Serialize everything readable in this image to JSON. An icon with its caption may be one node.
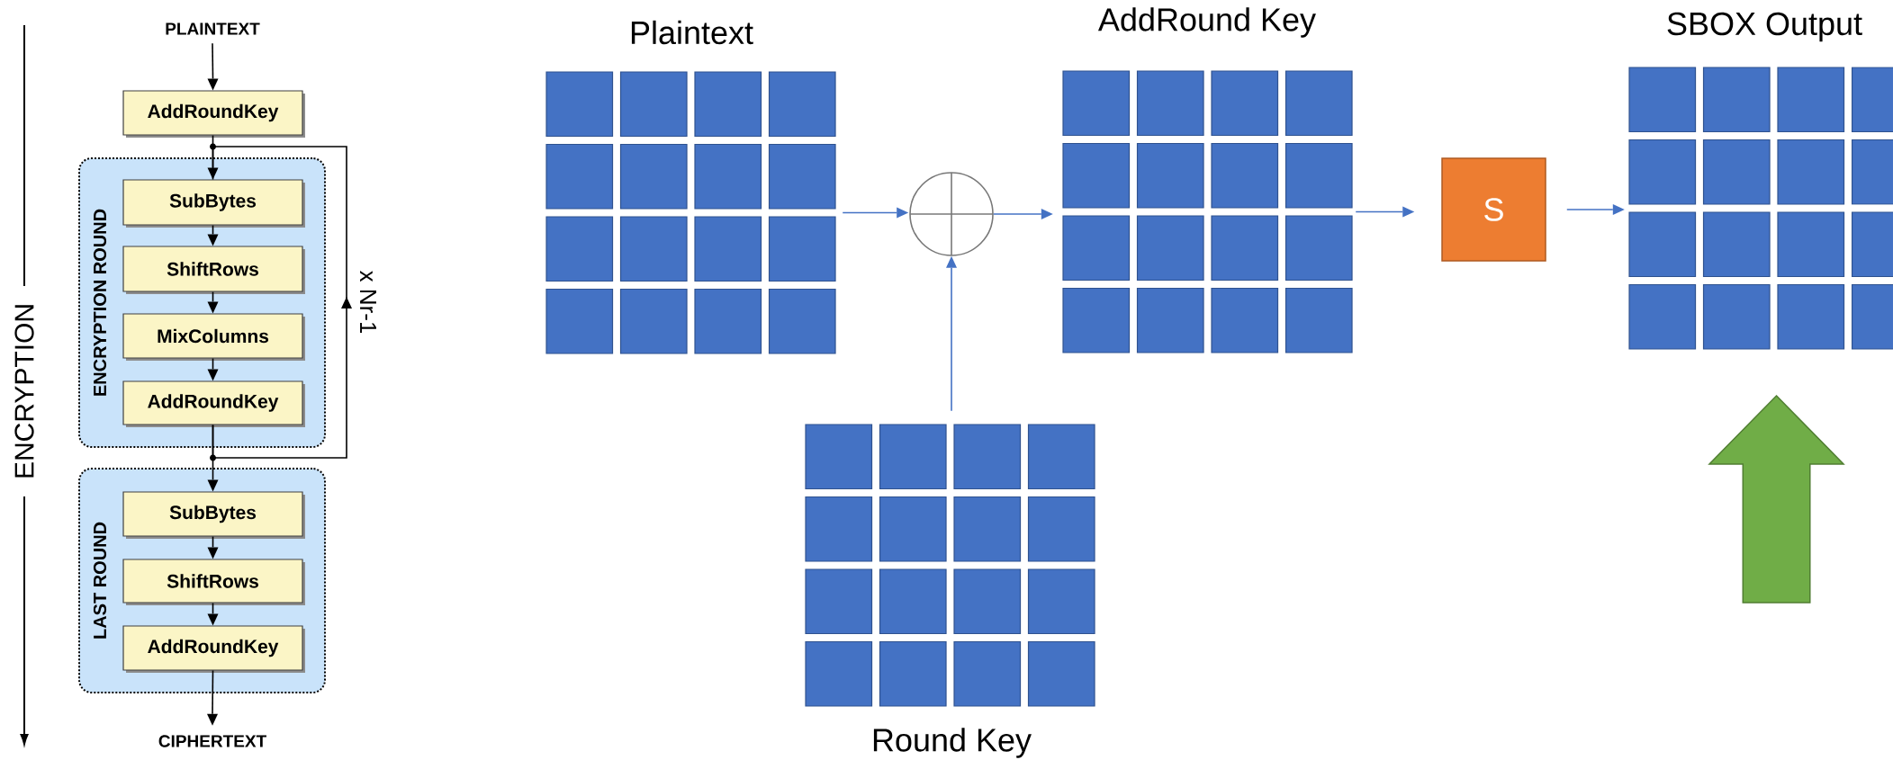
{
  "diagram": {
    "nodes": [
      {
        "text": [
          "PLAINTEXT"
        ]
      },
      {
        "text": [
          "AddRoundKey"
        ]
      },
      {
        "text": [
          "ENCRYPTION ROUND"
        ]
      },
      {
        "text": [
          "SubBytes"
        ],
        "in": 2
      },
      {
        "text": [
          "ShiftRows"
        ],
        "in": 2
      },
      {
        "text": [
          "MixColumns"
        ],
        "in": 2
      },
      {
        "text": [
          "AddRoundKey"
        ],
        "in": 2
      },
      {
        "text": [
          "LAST ROUND"
        ]
      },
      {
        "text": [
          "SubBytes"
        ],
        "in": 7
      },
      {
        "text": [
          "ShiftRows"
        ],
        "in": 7
      },
      {
        "text": [
          "AddRoundKey"
        ],
        "in": 7
      },
      {
        "text": [
          "CIPHERTEXT"
        ]
      },
      {
        "text": [
          "Plaintext"
        ]
      },
      {
        "text": [],
        "shape": "circle"
      },
      {
        "text": [
          "Round Key"
        ]
      },
      {
        "text": [
          "AddRound Key"
        ]
      },
      {
        "text": [
          "S"
        ]
      },
      {
        "text": [
          "SBOX Output"
        ]
      },
      {
        "text": [],
        "shape": "arrow"
      }
    ],
    "edges": [
      {
        "from": 0,
        "to": 1,
        "arrow": "to"
      },
      {
        "from": 1,
        "to": 3,
        "arrow": "to"
      },
      {
        "from": 3,
        "to": 4,
        "arrow": "to"
      },
      {
        "from": 4,
        "to": 5,
        "arrow": "to"
      },
      {
        "from": 5,
        "to": 6,
        "arrow": "to"
      },
      {
        "from": 6,
        "to": 8,
        "arrow": "to"
      },
      {
        "from": 8,
        "to": 9,
        "arrow": "to"
      },
      {
        "from": 9,
        "to": 10,
        "arrow": "to"
      },
      {
        "from": 10,
        "to": 11,
        "arrow": "to"
      },
      {
        "from": 6,
        "to": 3,
        "arrow": "to",
        "label": "x Nr-1"
      },
      {
        "from": 12,
        "to": 13,
        "arrow": "to",
        "color": "#4472c4"
      },
      {
        "from": 14,
        "to": 13,
        "arrow": "to",
        "color": "#4472c4"
      },
      {
        "from": 13,
        "to": 15,
        "arrow": "to",
        "color": "#4472c4"
      },
      {
        "from": 15,
        "to": 16,
        "arrow": "to",
        "color": "#4472c4"
      },
      {
        "from": 16,
        "to": 17,
        "arrow": "to",
        "color": "#4472c4"
      }
    ],
    "labels": [
      "ENCRYPTION"
    ]
  }
}
